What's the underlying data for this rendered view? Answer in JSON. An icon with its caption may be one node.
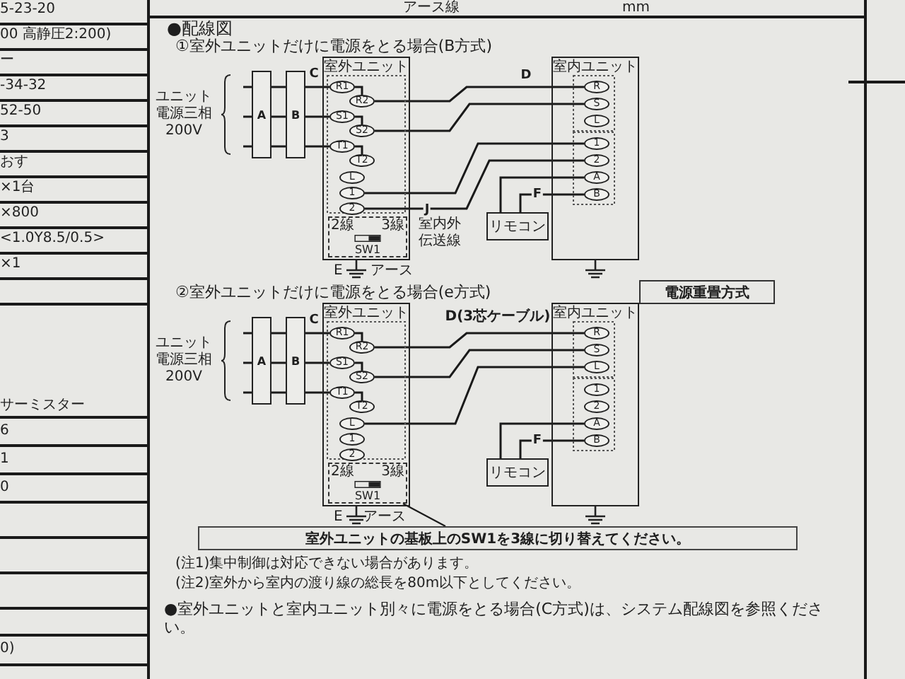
{
  "diagram": {
    "title": "●配線図",
    "nodes": [
      {
        "text": [
          "ユニット電源三相200V"
        ]
      },
      {
        "text": [
          "A"
        ]
      },
      {
        "text": [
          "B"
        ]
      },
      {
        "text": [
          "室外ユニット"
        ]
      },
      {
        "text": [
          "R1"
        ],
        "in": 3
      },
      {
        "text": [
          "R2"
        ],
        "in": 3
      },
      {
        "text": [
          "S1"
        ],
        "in": 3
      },
      {
        "text": [
          "S2"
        ],
        "in": 3
      },
      {
        "text": [
          "T1"
        ],
        "in": 3
      },
      {
        "text": [
          "T2"
        ],
        "in": 3
      },
      {
        "text": [
          "L"
        ],
        "in": 3
      },
      {
        "text": [
          "1"
        ],
        "in": 3
      },
      {
        "text": [
          "2"
        ],
        "in": 3
      },
      {
        "text": [
          "2線",
          "3線",
          "SW1"
        ],
        "in": 3
      },
      {
        "text": [
          "室内ユニット"
        ]
      },
      {
        "text": [
          "R"
        ],
        "in": 14
      },
      {
        "text": [
          "S"
        ],
        "in": 14
      },
      {
        "text": [
          "L"
        ],
        "in": 14
      },
      {
        "text": [
          "1"
        ],
        "in": 14
      },
      {
        "text": [
          "2"
        ],
        "in": 14
      },
      {
        "text": [
          "A"
        ],
        "in": 14
      },
      {
        "text": [
          "B"
        ],
        "in": 14
      },
      {
        "text": [
          "リモコン"
        ]
      },
      {
        "text": [
          "ユニット電源三相200V"
        ]
      },
      {
        "text": [
          "A"
        ]
      },
      {
        "text": [
          "B"
        ]
      },
      {
        "text": [
          "室外ユニット"
        ]
      },
      {
        "text": [
          "R1"
        ],
        "in": 26
      },
      {
        "text": [
          "R2"
        ],
        "in": 26
      },
      {
        "text": [
          "S1"
        ],
        "in": 26
      },
      {
        "text": [
          "S2"
        ],
        "in": 26
      },
      {
        "text": [
          "T1"
        ],
        "in": 26
      },
      {
        "text": [
          "T2"
        ],
        "in": 26
      },
      {
        "text": [
          "L"
        ],
        "in": 26
      },
      {
        "text": [
          "1"
        ],
        "in": 26
      },
      {
        "text": [
          "2"
        ],
        "in": 26
      },
      {
        "text": [
          "2線",
          "3線",
          "SW1"
        ],
        "in": 26
      },
      {
        "text": [
          "室内ユニット"
        ]
      },
      {
        "text": [
          "R"
        ],
        "in": 37
      },
      {
        "text": [
          "S"
        ],
        "in": 37
      },
      {
        "text": [
          "L"
        ],
        "in": 37
      },
      {
        "text": [
          "1"
        ],
        "in": 37
      },
      {
        "text": [
          "2"
        ],
        "in": 37
      },
      {
        "text": [
          "A"
        ],
        "in": 37
      },
      {
        "text": [
          "B"
        ],
        "in": 37
      },
      {
        "text": [
          "リモコン"
        ]
      },
      {
        "text": [
          "電源重畳方式"
        ]
      },
      {
        "text": [
          "室外ユニットの基板上のSW1を3線に切り替えてください。"
        ]
      }
    ],
    "edges": [
      {
        "from": 0,
        "to": 1,
        "arrow": "none"
      },
      {
        "from": 0,
        "to": 1,
        "arrow": "none"
      },
      {
        "from": 0,
        "to": 1,
        "arrow": "none"
      },
      {
        "from": 1,
        "to": 2,
        "arrow": "none"
      },
      {
        "from": 1,
        "to": 2,
        "arrow": "none"
      },
      {
        "from": 1,
        "to": 2,
        "arrow": "none"
      },
      {
        "from": 2,
        "to": 4,
        "arrow": "none",
        "label": "C"
      },
      {
        "from": 2,
        "to": 6,
        "arrow": "none"
      },
      {
        "from": 2,
        "to": 8,
        "arrow": "none"
      },
      {
        "from": 4,
        "to": 5,
        "arrow": "none"
      },
      {
        "from": 6,
        "to": 7,
        "arrow": "none"
      },
      {
        "from": 8,
        "to": 9,
        "arrow": "none"
      },
      {
        "from": 5,
        "to": 15,
        "arrow": "none",
        "label": "D"
      },
      {
        "from": 7,
        "to": 16,
        "arrow": "none"
      },
      {
        "from": 11,
        "to": 18,
        "arrow": "none"
      },
      {
        "from": 12,
        "to": 19,
        "arrow": "none",
        "label": "J"
      },
      {
        "from": 20,
        "to": 22,
        "arrow": "none"
      },
      {
        "from": 21,
        "to": 22,
        "arrow": "none",
        "label": "F"
      },
      {
        "from": 23,
        "to": 24,
        "arrow": "none"
      },
      {
        "from": 23,
        "to": 24,
        "arrow": "none"
      },
      {
        "from": 23,
        "to": 24,
        "arrow": "none"
      },
      {
        "from": 24,
        "to": 25,
        "arrow": "none"
      },
      {
        "from": 24,
        "to": 25,
        "arrow": "none"
      },
      {
        "from": 24,
        "to": 25,
        "arrow": "none"
      },
      {
        "from": 25,
        "to": 27,
        "arrow": "none",
        "label": "C"
      },
      {
        "from": 25,
        "to": 29,
        "arrow": "none"
      },
      {
        "from": 25,
        "to": 31,
        "arrow": "none"
      },
      {
        "from": 27,
        "to": 28,
        "arrow": "none"
      },
      {
        "from": 29,
        "to": 30,
        "arrow": "none"
      },
      {
        "from": 31,
        "to": 32,
        "arrow": "none"
      },
      {
        "from": 28,
        "to": 38,
        "arrow": "none",
        "label": "D(3芯ケーブル)"
      },
      {
        "from": 30,
        "to": 39,
        "arrow": "none"
      },
      {
        "from": 33,
        "to": 40,
        "arrow": "none"
      },
      {
        "from": 43,
        "to": 45,
        "arrow": "none"
      },
      {
        "from": 44,
        "to": 45,
        "arrow": "none",
        "label": "F"
      },
      {
        "from": 47,
        "to": 36,
        "arrow": "none"
      }
    ],
    "labels": [
      "5-23-20",
      "00 高静圧2:200)",
      "ー",
      "-34-32",
      "52-50",
      "3",
      "おす",
      "×1台",
      "×800",
      "<1.0Y8.5/0.5>",
      "×1",
      "サーミスター",
      "6",
      "1",
      "0",
      "0)",
      "アース線",
      "mm",
      "①室外ユニットだけに電源をとる場合(B方式)",
      "室内外伝送線",
      "E",
      "アース",
      "②室外ユニットだけに電源をとる場合(e方式)",
      "E",
      "アース",
      "(注1)集中制御は対応できない場合があります。",
      "(注2)室外から室内の渡り線の総長を80m以下としてください。",
      "●室外ユニットと室内ユニット別々に電源をとる場合(C方式)は、システム配線図を参照ください。"
    ]
  }
}
